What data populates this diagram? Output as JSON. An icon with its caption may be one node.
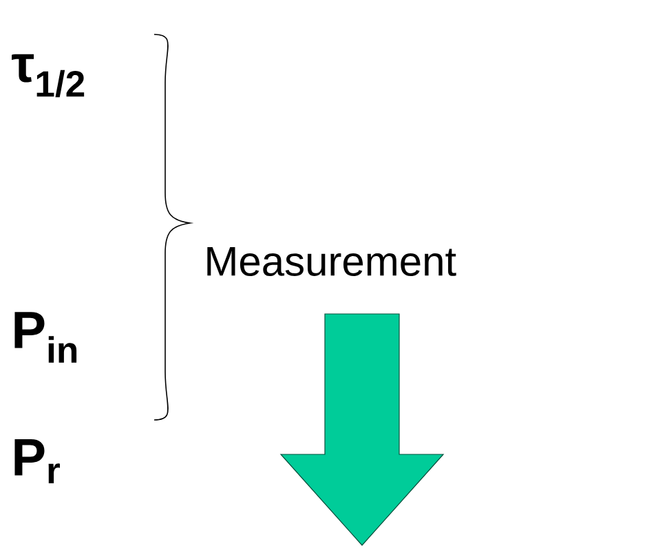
{
  "diagram": {
    "labels": [
      "τ$_{1/2}$",
      "P$_{in}$",
      "P$_{r}$",
      "Measurement"
    ]
  }
}
